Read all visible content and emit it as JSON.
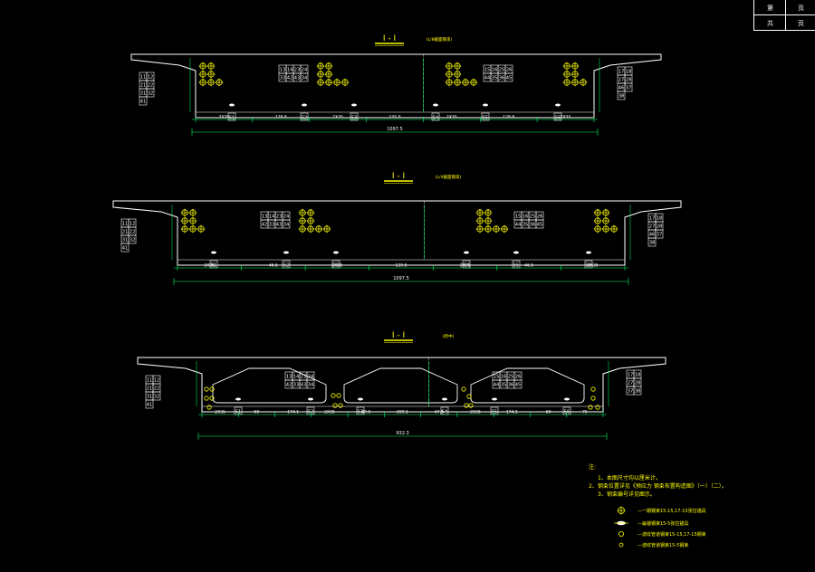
{
  "title_block": {
    "r1c1": "第",
    "r1c2": "页",
    "r2c1": "共",
    "r2c2": "页"
  },
  "sections": [
    {
      "label": "I - I",
      "sublabel": "(L/8截面钢束)",
      "total_width": "1097.5",
      "dims": [
        "2X35",
        "128.8",
        "2X35",
        "135.0",
        "2X35",
        "128.8",
        "2X35"
      ],
      "tag_groups": {
        "left": [
          "11",
          "12",
          "21",
          "22",
          "31",
          "32",
          "41"
        ],
        "mid_left": [
          "13",
          "14",
          "23",
          "24",
          "33",
          "42",
          "43",
          "34"
        ],
        "mid_right": [
          "15",
          "16",
          "25",
          "26",
          "44",
          "35",
          "36",
          "45"
        ],
        "right": [
          "17",
          "18",
          "27",
          "28",
          "46",
          "37",
          "38"
        ]
      },
      "anchors": [
        "51",
        "52",
        "53",
        "54",
        "55",
        "56"
      ]
    },
    {
      "label": "I - I",
      "sublabel": "(L/4截面钢束)",
      "total_width": "1097.5",
      "dims": [
        "2X35",
        "46.5",
        "2X35",
        "139.5",
        "2X35",
        "46.5",
        "2X35"
      ],
      "tag_groups": {
        "left": [
          "11",
          "12",
          "21",
          "22",
          "31",
          "32",
          "41"
        ],
        "mid_left": [
          "13",
          "14",
          "23",
          "24",
          "42",
          "33",
          "43",
          "34"
        ],
        "mid_right": [
          "15",
          "16",
          "25",
          "26",
          "44",
          "35",
          "36",
          "45"
        ],
        "right": [
          "17",
          "18",
          "27",
          "28",
          "46",
          "37",
          "38"
        ]
      },
      "anchors": [
        "51",
        "52",
        "53",
        "54",
        "55",
        "56"
      ]
    },
    {
      "label": "I - I",
      "sublabel": "(跨中)",
      "total_width": "932.3",
      "dims": [
        "2X35",
        "60",
        "174.1",
        "2X35",
        "47.5",
        "209.1",
        "47.5",
        "2X35",
        "174.1",
        "60",
        "75"
      ],
      "tag_groups": {
        "left": [
          "11",
          "12",
          "21",
          "22",
          "31",
          "32",
          "41"
        ],
        "mid_left": [
          "13",
          "14",
          "23",
          "24",
          "42",
          "33",
          "43",
          "34"
        ],
        "mid_right": [
          "15",
          "16",
          "25",
          "26",
          "44",
          "35",
          "36",
          "45"
        ],
        "right": [
          "17",
          "18",
          "27",
          "28",
          "37",
          "38"
        ]
      },
      "anchors": [
        "51",
        "52",
        "53",
        "54",
        "55",
        "56"
      ]
    }
  ],
  "notes": {
    "heading": "注:",
    "items": [
      "1、本图尺寸均以厘米计。",
      "2、钢束位置详见《预应力 钢束布置构造图》（一）（二）。",
      "3、钢束编号详见图示。"
    ]
  },
  "legend": [
    {
      "symbol": "cross-circle",
      "text": "—一期钢束15-15,17-15张拉锚具"
    },
    {
      "symbol": "flat-anchor",
      "text": "—扁锚钢束15-5张拉锚具"
    },
    {
      "symbol": "ring",
      "text": "—波纹管道钢束15-15,17-15钢束"
    },
    {
      "symbol": "ring-small",
      "text": "—波纹管道钢束15-5钢束"
    }
  ]
}
